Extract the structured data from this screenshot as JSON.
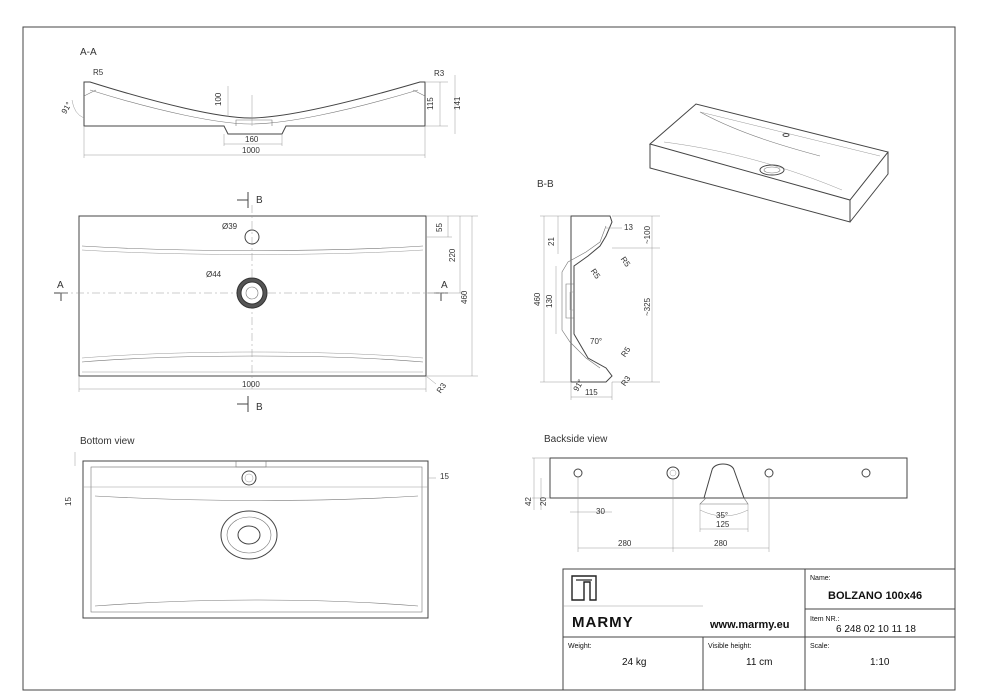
{
  "sections": {
    "aa": "A-A",
    "bb": "B-B",
    "bottom": "Bottom view",
    "backside": "Backside view"
  },
  "markers": {
    "b": "B",
    "a": "A"
  },
  "dims_aa": {
    "r5": "R5",
    "r3": "R3",
    "angle": "91°",
    "d100": "100",
    "d115": "115",
    "d141": "141",
    "d160": "160",
    "d1000": "1000"
  },
  "dims_top": {
    "d39": "Ø39",
    "d44": "Ø44",
    "d55": "55",
    "d220": "220",
    "d460": "460",
    "d1000": "1000",
    "r3": "R3"
  },
  "dims_bb": {
    "d13": "13",
    "d100": "~100",
    "d21": "21",
    "r5a": "R5",
    "r5b": "R5",
    "d130": "130",
    "d460": "460",
    "d325": "~325",
    "angle70": "70°",
    "r5c": "R5",
    "r3": "R3",
    "angle91": "91°",
    "d115": "115"
  },
  "dims_bottom": {
    "d15a": "15",
    "d15b": "15"
  },
  "dims_back": {
    "d42": "42",
    "d20": "20",
    "d30": "30",
    "d280a": "280",
    "d280b": "280",
    "d35": "35°",
    "d125": "125"
  },
  "title_block": {
    "brand": "MARMY",
    "website": "www.marmy.eu",
    "name_label": "Name:",
    "name_value": "BOLZANO 100x46",
    "item_label": "Item NR.:",
    "item_value": "6 248 02 10 11 18",
    "weight_label": "Weight:",
    "weight_value": "24 kg",
    "visible_label": "Visible height:",
    "visible_value": "11 cm",
    "scale_label": "Scale:",
    "scale_value": "1:10"
  }
}
